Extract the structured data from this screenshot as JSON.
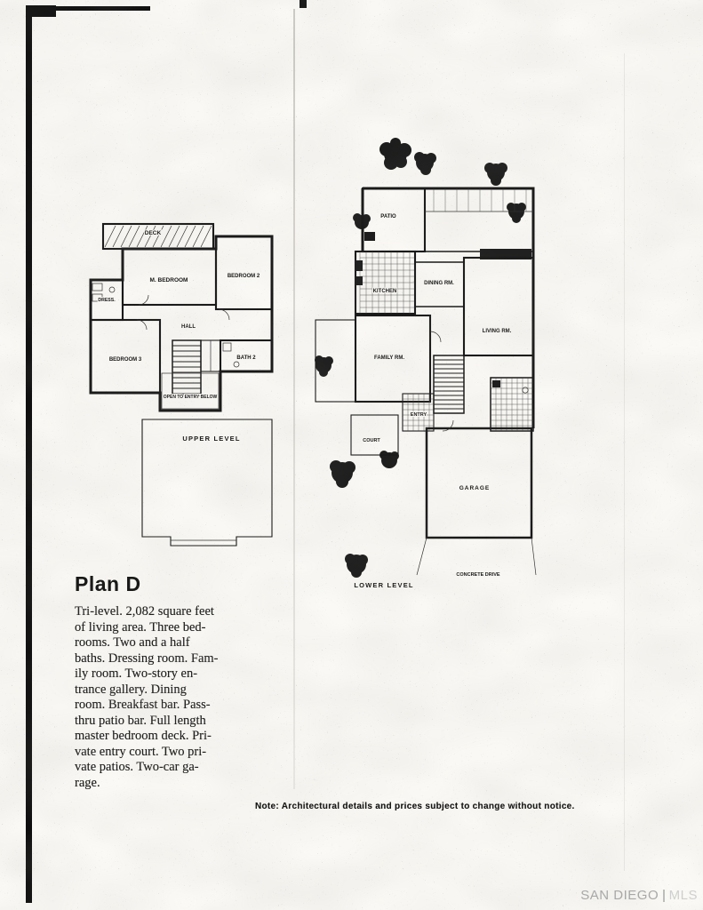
{
  "text": {
    "plan_title": "Plan D",
    "description_lines": [
      "Tri-level. 2,082 square feet",
      "of living area. Three bed-",
      "rooms. Two and a half",
      "baths. Dressing room. Fam-",
      "ily room. Two-story en-",
      "trance gallery. Dining",
      "room. Breakfast bar. Pass-",
      "thru patio bar. Full length",
      "master bedroom deck. Pri-",
      "vate entry court. Two pri-",
      "vate patios. Two-car ga-",
      "rage."
    ],
    "note": "Note: Architectural details and prices subject to change without notice."
  },
  "scan": {
    "watermark_left": "SAN DIEGO",
    "watermark_right": "MLS"
  },
  "upper_plan": {
    "label": "UPPER LEVEL",
    "rooms": {
      "deck": "DECK",
      "m_bedroom": "M. BEDROOM",
      "bedroom2": "BEDROOM 2",
      "dress": "DRESS.",
      "hall": "HALL",
      "bedroom3": "BEDROOM 3",
      "bath2": "BATH 2",
      "open_to_entry": "OPEN TO ENTRY BELOW"
    }
  },
  "lower_plan": {
    "label": "LOWER LEVEL",
    "rooms": {
      "patio": "PATIO",
      "kitchen": "KITCHEN",
      "dining": "DINING RM.",
      "living": "LIVING RM.",
      "family": "FAMILY RM.",
      "entry": "ENTRY",
      "court": "COURT",
      "garage": "GARAGE",
      "concrete_drive": "CONCRETE DRIVE"
    }
  },
  "colors": {
    "paper": "#faf9f5",
    "ink": "#161616",
    "watermark_gray": "#a8a8a8"
  }
}
